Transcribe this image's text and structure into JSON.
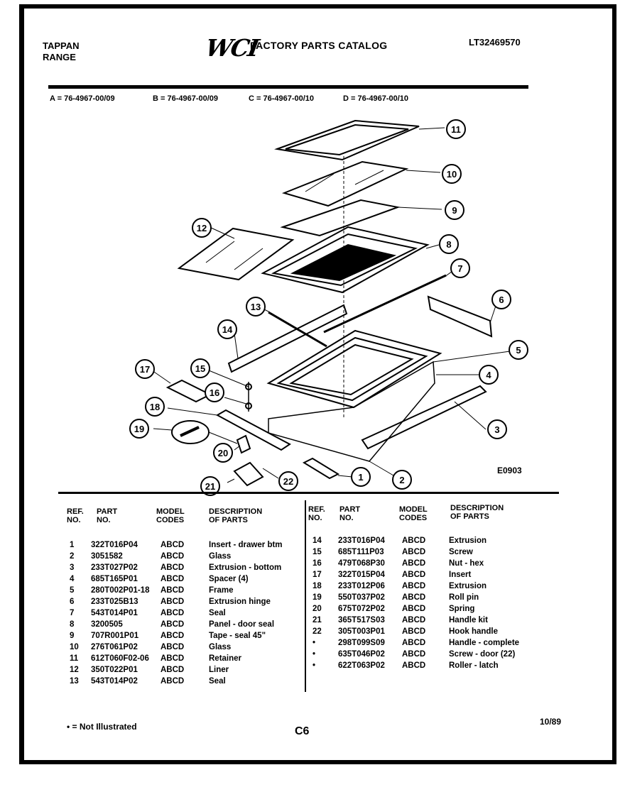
{
  "header": {
    "brand_line1": "TAPPAN",
    "brand_line2": "RANGE",
    "logo": "WCI",
    "catalog_title": "FACTORY PARTS CATALOG",
    "catalog_number": "LT32469570"
  },
  "model_codes": {
    "a": "A = 76-4967-00/09",
    "b": "B = 76-4967-00/09",
    "c": "C = 76-4967-00/10",
    "d": "D = 76-4967-00/10"
  },
  "figure_code": "E0903",
  "callouts": [
    "11",
    "10",
    "9",
    "12",
    "8",
    "7",
    "13",
    "6",
    "14",
    "5",
    "17",
    "15",
    "4",
    "16",
    "18",
    "3",
    "19",
    "20",
    "1",
    "2",
    "22",
    "21"
  ],
  "table": {
    "headers": {
      "ref": "REF.",
      "ref2": "NO.",
      "part": "PART",
      "part2": "NO.",
      "model": "MODEL",
      "model2": "CODES",
      "desc": "DESCRIPTION",
      "desc2": "OF PARTS"
    },
    "left_rows": [
      {
        "ref": "1",
        "part": "322T016P04",
        "codes": "ABCD",
        "desc": "Insert - drawer btm"
      },
      {
        "ref": "2",
        "part": "3051582",
        "codes": "ABCD",
        "desc": "Glass"
      },
      {
        "ref": "3",
        "part": "233T027P02",
        "codes": "ABCD",
        "desc": "Extrusion - bottom"
      },
      {
        "ref": "4",
        "part": "685T165P01",
        "codes": "ABCD",
        "desc": "Spacer (4)"
      },
      {
        "ref": "5",
        "part": "280T002P01-18",
        "codes": "ABCD",
        "desc": "Frame"
      },
      {
        "ref": "6",
        "part": "233T025B13",
        "codes": "ABCD",
        "desc": "Extrusion hinge"
      },
      {
        "ref": "7",
        "part": "543T014P01",
        "codes": "ABCD",
        "desc": "Seal"
      },
      {
        "ref": "8",
        "part": "3200505",
        "codes": "ABCD",
        "desc": "Panel - door seal"
      },
      {
        "ref": "9",
        "part": "707R001P01",
        "codes": "ABCD",
        "desc": "Tape - seal 45\""
      },
      {
        "ref": "10",
        "part": "276T061P02",
        "codes": "ABCD",
        "desc": "Glass"
      },
      {
        "ref": "11",
        "part": "612T060F02-06",
        "codes": "ABCD",
        "desc": "Retainer"
      },
      {
        "ref": "12",
        "part": "350T022P01",
        "codes": "ABCD",
        "desc": "Liner"
      },
      {
        "ref": "13",
        "part": "543T014P02",
        "codes": "ABCD",
        "desc": "Seal"
      }
    ],
    "right_rows": [
      {
        "ref": "14",
        "part": "233T016P04",
        "codes": "ABCD",
        "desc": "Extrusion"
      },
      {
        "ref": "15",
        "part": "685T111P03",
        "codes": "ABCD",
        "desc": "Screw"
      },
      {
        "ref": "16",
        "part": "479T068P30",
        "codes": "ABCD",
        "desc": "Nut - hex"
      },
      {
        "ref": "17",
        "part": "322T015P04",
        "codes": "ABCD",
        "desc": "Insert"
      },
      {
        "ref": "18",
        "part": "233T012P06",
        "codes": "ABCD",
        "desc": "Extrusion"
      },
      {
        "ref": "19",
        "part": "550T037P02",
        "codes": "ABCD",
        "desc": "Roll pin"
      },
      {
        "ref": "20",
        "part": "675T072P02",
        "codes": "ABCD",
        "desc": "Spring"
      },
      {
        "ref": "21",
        "part": "365T517S03",
        "codes": "ABCD",
        "desc": "Handle kit"
      },
      {
        "ref": "22",
        "part": "305T003P01",
        "codes": "ABCD",
        "desc": "Hook handle"
      },
      {
        "ref": "•",
        "part": "298T099S09",
        "codes": "ABCD",
        "desc": "Handle - complete"
      },
      {
        "ref": "•",
        "part": "635T046P02",
        "codes": "ABCD",
        "desc": "Screw - door (22)"
      },
      {
        "ref": "•",
        "part": "622T063P02",
        "codes": "ABCD",
        "desc": "Roller - latch"
      }
    ]
  },
  "footer": {
    "note": "• = Not Illustrated",
    "page": "C6",
    "date": "10/89"
  }
}
